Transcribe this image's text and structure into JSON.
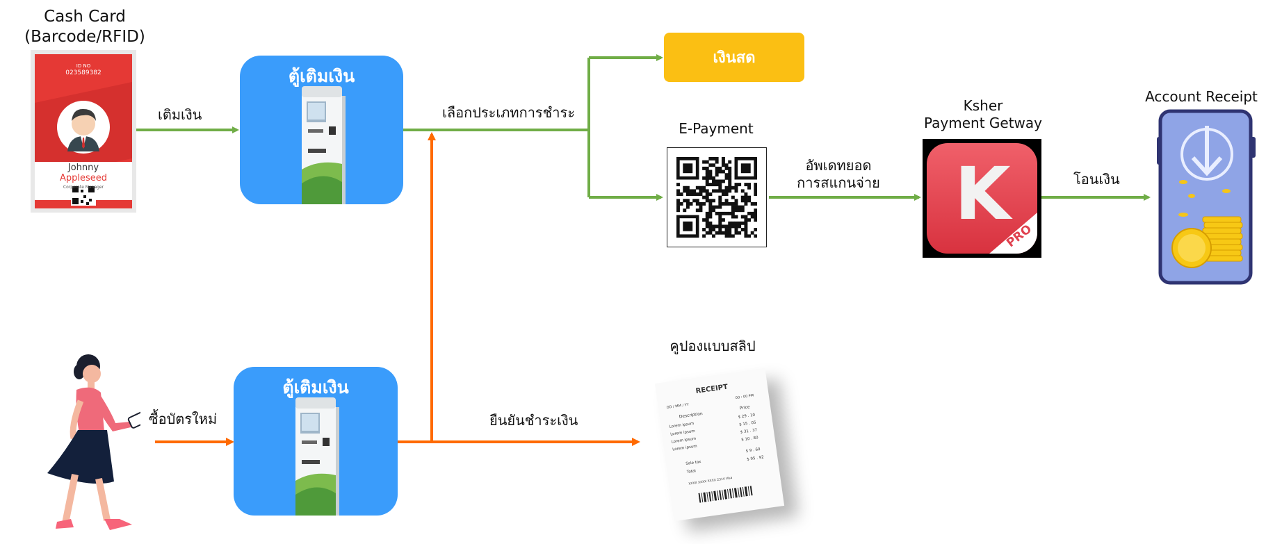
{
  "cash_card": {
    "title_line1": "Cash Card",
    "title_line2": "(Barcode/RFID)",
    "id_label": "ID NO",
    "id_number": "023589382",
    "first_name": "Johnny",
    "last_name": "Appleseed",
    "position": "Corporate Manager"
  },
  "top_flow": {
    "topup_label": "เติมเงิน",
    "kiosk_title": "ตู้เติมเงิน",
    "choose_payment_label": "เลือกประเภทการชำระ",
    "cash_label": "เงินสด",
    "epayment_title": "E-Payment",
    "update_label_line1": "อัพเดทยอด",
    "update_label_line2": "การสแกนจ่าย",
    "gateway_title_line1": "Ksher",
    "gateway_title_line2": "Payment Getway",
    "gateway_logo_letter": "K",
    "gateway_badge": "PRO",
    "transfer_label": "โอนเงิน",
    "account_title": "Account Receipt"
  },
  "bottom_flow": {
    "buy_card_label": "ซื้อบัตรใหม่",
    "kiosk_title": "ตู้เติมเงิน",
    "confirm_label": "ยืนยันชำระเงิน",
    "coupon_title": "คูปองแบบสลิป"
  },
  "receipt": {
    "title": "RECEIPT",
    "date": "DD / MM / YY",
    "time": "00 : 00 PM",
    "col_desc": "Description",
    "col_price": "Price",
    "items": [
      {
        "name": "Lorem ipsum",
        "price": "$ 29 . 10"
      },
      {
        "name": "Lorem ipsum",
        "price": "$ 15 . 05"
      },
      {
        "name": "Lorem ipsum",
        "price": "$ 31 . 37"
      },
      {
        "name": "Lorem ipsum",
        "price": "$ 10 . 80"
      }
    ],
    "sale_tax_label": "Sale tax",
    "sale_tax_value": "$ 9 . 60",
    "total_label": "Total",
    "total_value": "$ 95 . 92",
    "card_line": "XXXX XXXX XXXX 2314 Visa"
  },
  "colors": {
    "green_arrow": "#70ad47",
    "orange_arrow": "#ff6a00",
    "kiosk_blue": "#3a9cfb",
    "cash_yellow": "#fbbf13",
    "ksher_red": "#e0414f",
    "phone_blue": "#8fa4e6"
  },
  "icons": [
    "id-card-icon",
    "kiosk-machine-icon",
    "qr-code-icon",
    "ksher-logo-icon",
    "phone-coins-icon",
    "walking-person-icon",
    "receipt-icon"
  ]
}
